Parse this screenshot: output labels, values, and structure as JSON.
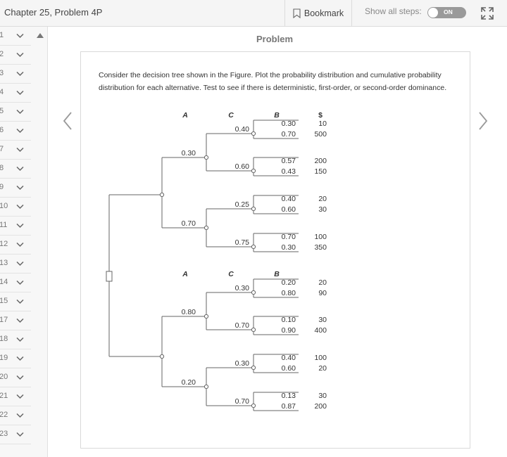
{
  "header": {
    "title": "Chapter 25, Problem 4P",
    "bookmark_label": "Bookmark",
    "show_steps_label": "Show all steps:",
    "toggle_label": "ON"
  },
  "sidebar": {
    "steps": [
      "1",
      "2",
      "3",
      "4",
      "5",
      "6",
      "7",
      "8",
      "9",
      "10",
      "11",
      "12",
      "13",
      "14",
      "15",
      "17",
      "18",
      "19",
      "20",
      "21",
      "22",
      "23"
    ]
  },
  "main": {
    "section_label": "Problem",
    "problem_text": "Consider the decision tree shown in the Figure. Plot the probability distribution and cumulative probability distribution for each alternative. Test to see if there is deterministic, first-order, or second-order dominance."
  },
  "figure": {
    "upper_headers": [
      "A",
      "C",
      "B",
      "$"
    ],
    "lower_headers": [
      "A",
      "C",
      "B"
    ],
    "upper": {
      "a_probs": [
        "0.30",
        "0.70"
      ],
      "c_probs": [
        "0.40",
        "0.60",
        "0.25",
        "0.75"
      ],
      "b_probs": [
        [
          "0.30",
          "0.70"
        ],
        [
          "0.57",
          "0.43"
        ],
        [
          "0.40",
          "0.60"
        ],
        [
          "0.70",
          "0.30"
        ]
      ],
      "values": [
        [
          "10",
          "500"
        ],
        [
          "200",
          "150"
        ],
        [
          "20",
          "30"
        ],
        [
          "100",
          "350"
        ]
      ]
    },
    "lower": {
      "a_probs": [
        "0.80",
        "0.20"
      ],
      "c_probs": [
        "0.30",
        "0.70",
        "0.30",
        "0.70"
      ],
      "b_probs": [
        [
          "0.20",
          "0.80"
        ],
        [
          "0.10",
          "0.90"
        ],
        [
          "0.40",
          "0.60"
        ],
        [
          "0.13",
          "0.87"
        ]
      ],
      "values": [
        [
          "20",
          "90"
        ],
        [
          "30",
          "400"
        ],
        [
          "100",
          "20"
        ],
        [
          "30",
          "200"
        ]
      ]
    }
  }
}
